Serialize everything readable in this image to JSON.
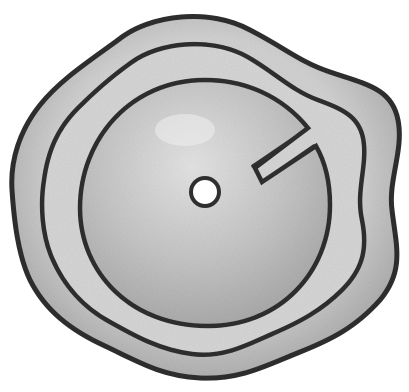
{
  "figure": {
    "kind": "engraved wax seal / disc illustration",
    "style": "grayscale pencil shading",
    "colors": {
      "outline": "#2f2f2f",
      "rim_fill": "#bdbdbd",
      "inner_band_fill": "#d8d8d8",
      "disc_fill": "#c4c4c4",
      "disc_highlight": "#e6e6e6",
      "hole_fill": "#ffffff",
      "background": "#ffffff"
    },
    "parts": [
      "outer-wavy-rim",
      "inner-wavy-band",
      "central-disc",
      "center-hole",
      "radial-slot"
    ]
  }
}
